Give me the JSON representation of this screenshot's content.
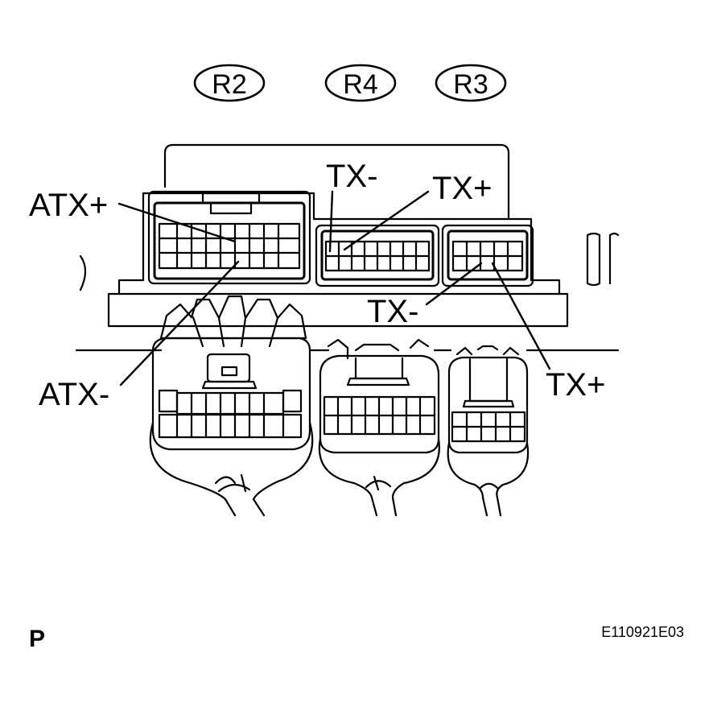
{
  "connector_tags": {
    "r2": "R2",
    "r4": "R4",
    "r3": "R3"
  },
  "labels": {
    "atx_plus": "ATX+",
    "atx_minus": "ATX-",
    "r4_tx_minus": "TX-",
    "r4_tx_plus": "TX+",
    "r3_tx_minus": "TX-",
    "r3_tx_plus": "TX+"
  },
  "view_letter": "P",
  "figure_code": "E110921E03",
  "colors": {
    "line": "#000000",
    "background": "#ffffff"
  }
}
